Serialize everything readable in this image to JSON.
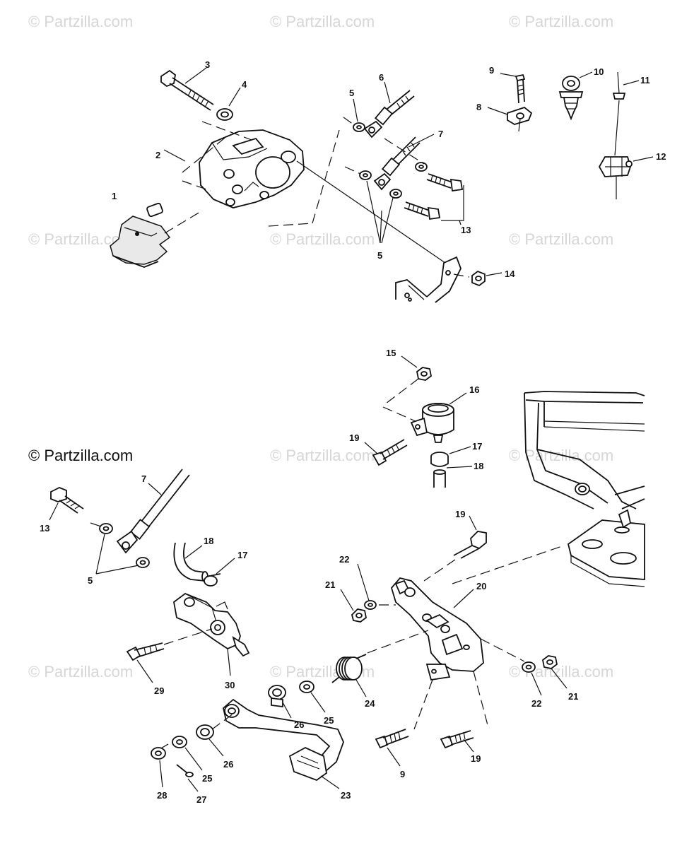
{
  "watermark": {
    "text": "© Partzilla.com",
    "main_text": "© Partzilla.com",
    "color": "#d6d6d6"
  },
  "callouts": [
    {
      "id": "c1",
      "label": "1"
    },
    {
      "id": "c2",
      "label": "2"
    },
    {
      "id": "c3",
      "label": "3"
    },
    {
      "id": "c4",
      "label": "4"
    },
    {
      "id": "c5a",
      "label": "5"
    },
    {
      "id": "c6",
      "label": "6"
    },
    {
      "id": "c7a",
      "label": "7"
    },
    {
      "id": "c5b",
      "label": "5"
    },
    {
      "id": "c13a",
      "label": "13"
    },
    {
      "id": "c14",
      "label": "14"
    },
    {
      "id": "c9a",
      "label": "9"
    },
    {
      "id": "c8",
      "label": "8"
    },
    {
      "id": "c10",
      "label": "10"
    },
    {
      "id": "c11",
      "label": "11"
    },
    {
      "id": "c12",
      "label": "12"
    },
    {
      "id": "c15",
      "label": "15"
    },
    {
      "id": "c16",
      "label": "16"
    },
    {
      "id": "c19a",
      "label": "19"
    },
    {
      "id": "c17a",
      "label": "17"
    },
    {
      "id": "c18a",
      "label": "18"
    },
    {
      "id": "c7b",
      "label": "7"
    },
    {
      "id": "c13b",
      "label": "13"
    },
    {
      "id": "c5c",
      "label": "5"
    },
    {
      "id": "c18b",
      "label": "18"
    },
    {
      "id": "c17b",
      "label": "17"
    },
    {
      "id": "c29",
      "label": "29"
    },
    {
      "id": "c30",
      "label": "30"
    },
    {
      "id": "c19b",
      "label": "19"
    },
    {
      "id": "c22a",
      "label": "22"
    },
    {
      "id": "c21a",
      "label": "21"
    },
    {
      "id": "c20",
      "label": "20"
    },
    {
      "id": "c24",
      "label": "24"
    },
    {
      "id": "c22b",
      "label": "22"
    },
    {
      "id": "c21b",
      "label": "21"
    },
    {
      "id": "c26a",
      "label": "26"
    },
    {
      "id": "c25a",
      "label": "25"
    },
    {
      "id": "c26b",
      "label": "26"
    },
    {
      "id": "c25b",
      "label": "25"
    },
    {
      "id": "c28",
      "label": "28"
    },
    {
      "id": "c27",
      "label": "27"
    },
    {
      "id": "c23",
      "label": "23"
    },
    {
      "id": "c9b",
      "label": "9"
    },
    {
      "id": "c19c",
      "label": "19"
    }
  ]
}
